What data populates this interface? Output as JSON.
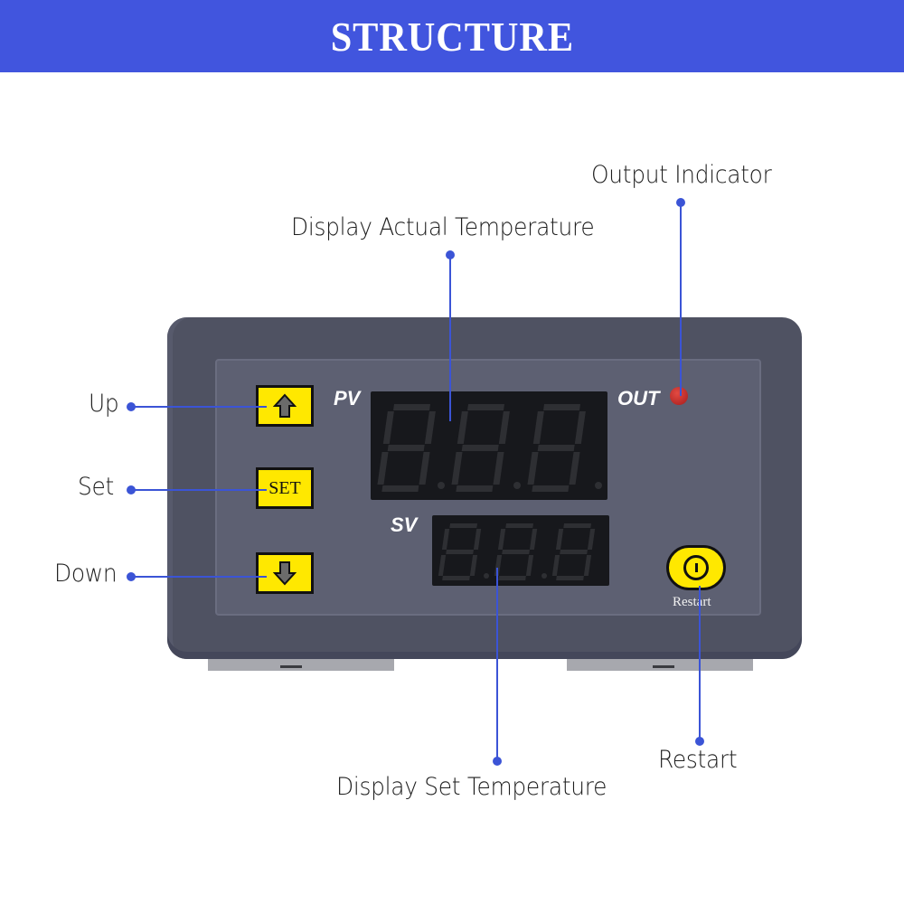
{
  "banner": {
    "title": "STRUCTURE",
    "color": "#4155de"
  },
  "callouts": {
    "up": "Up",
    "set": "Set",
    "down": "Down",
    "display_actual": "Display Actual Temperature",
    "output_indicator": "Output Indicator",
    "display_set": "Display Set Temperature",
    "restart": "Restart"
  },
  "device": {
    "pv_label": "PV",
    "sv_label": "SV",
    "out_label": "OUT",
    "set_key_label": "SET",
    "restart_key_label": "Restart",
    "pv_digits": 3,
    "sv_digits": 3,
    "led_color": "#c62828",
    "key_color": "#ffe800",
    "accent_line_color": "#3b54d6"
  },
  "icons": {
    "up_key": "arrow-up-icon",
    "down_key": "arrow-down-icon",
    "restart_key": "power-icon"
  }
}
